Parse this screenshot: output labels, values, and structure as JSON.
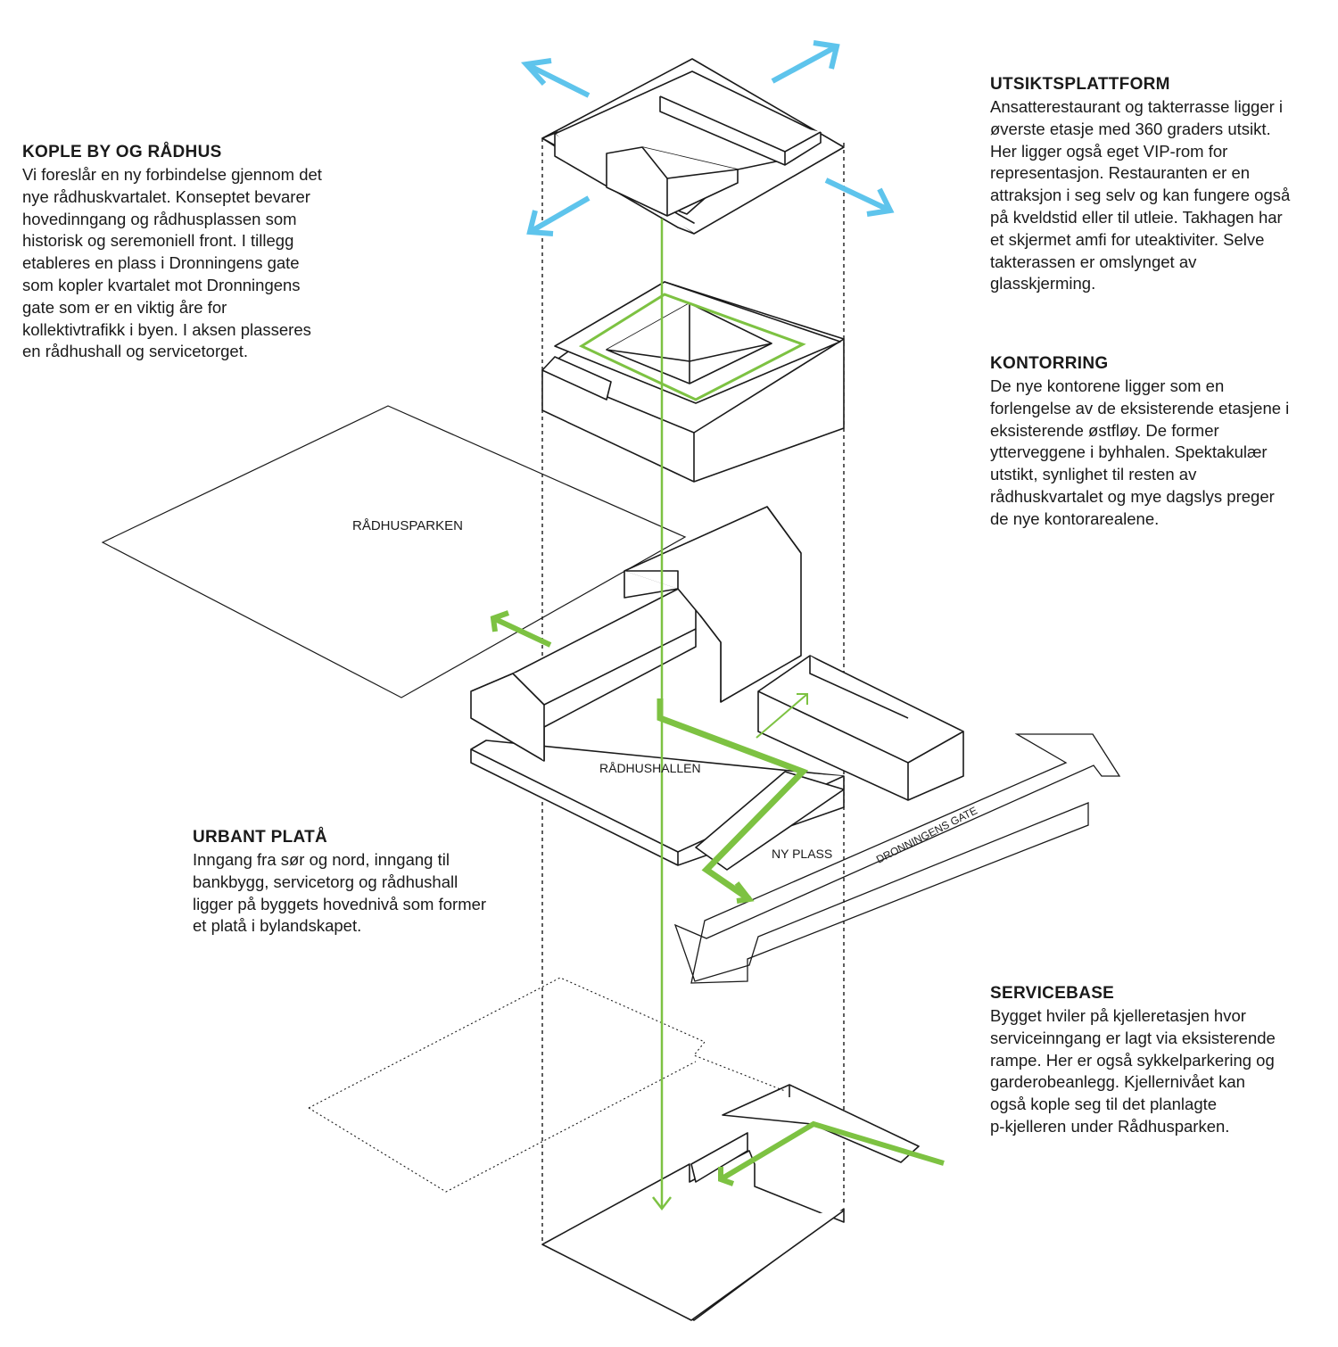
{
  "colors": {
    "line": "#1a1a1a",
    "green_path": "#7dc242",
    "blue_view_arrow": "#5ec4ec"
  },
  "blocks": {
    "kople": {
      "title": "KOPLE BY OG RÅDHUS",
      "body": "Vi foreslår en ny forbindelse gjennom det\nnye rådhuskvartalet. Konseptet bevarer\nhovedinngang og rådhusplassen som\nhistorisk og seremoniell front. I tillegg\netableres en plass i Dronningens gate\nsom kopler kvartalet mot Dronningens\ngate som er en viktig åre for\nkollektivtrafikk i byen. I aksen plasseres\nen rådhushall og servicetorget."
    },
    "urbant": {
      "title": "URBANT PLATÅ",
      "body": "Inngang fra sør og nord, inngang til\nbankbygg, servicetorg og rådhushall\nligger på byggets hovednivå som former\net platå i bylandskapet."
    },
    "utsikt": {
      "title": "UTSIKTSPLATTFORM",
      "body": "Ansatterestaurant og takterrasse ligger i\nøverste etasje med 360 graders utsikt.\nHer ligger også eget VIP-rom for\nrepresentasjon. Restauranten er en\nattraksjon i seg selv og kan fungere også\npå kveldstid eller til utleie. Takhagen har\net skjermet amfi for uteaktiviter. Selve\ntakterassen er omslynget av\nglasskjerming."
    },
    "kontor": {
      "title": "KONTORRING",
      "body": "De nye kontorene ligger som en\nforlengelse av de eksisterende etasjene i\neksisterende østfløy. De former\nytterveggene i byhhalen. Spektakulær\nutstikt, synlighet til resten av\nrådhuskvartalet og mye dagslys preger\nde nye kontorarealene."
    },
    "service": {
      "title": "SERVICEBASE",
      "body": "Bygget hviler på kjelleretasjen hvor\nserviceinngang er lagt via eksisterende\nrampe. Her er også sykkelparkering og\ngarderobeanlegg. Kjellernivået kan\nogså kople seg til det planlagte\np-kjelleren under Rådhusparken."
    }
  },
  "labels": {
    "radhusparken": "RÅDHUSPARKEN",
    "radhushallen": "RÅDHUSHALLEN",
    "ny_plass": "NY PLASS",
    "dronningens_gate": "DRONNINGENS GATE"
  }
}
